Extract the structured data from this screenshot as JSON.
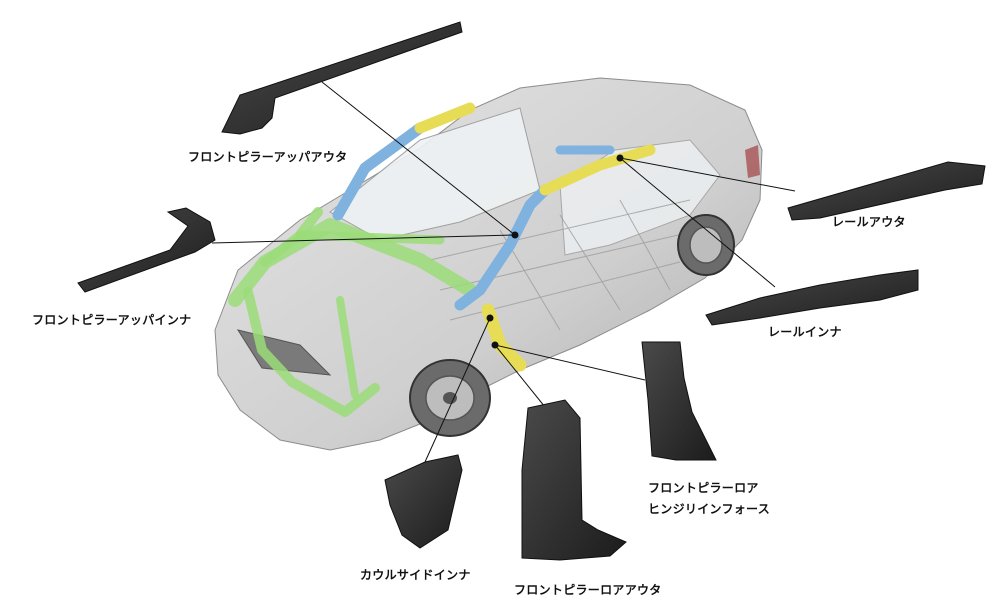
{
  "colors": {
    "pillar_blue": "#7fb2de",
    "rail_yellow": "#e7dc55",
    "frame_green": "#9bdc78",
    "part_dark": "#2b2b2b",
    "body_grey": "#c9c9c9",
    "leader_line": "#111111"
  },
  "labels": {
    "front_pillar_upper_outer": "フロントピラーアッパアウタ",
    "front_pillar_upper_inner": "フロントピラーアッパインナ",
    "rail_outer": "レールアウタ",
    "rail_inner": "レールインナ",
    "front_pillar_lower_hinge_line1": "フロントピラーロア",
    "front_pillar_lower_hinge_line2": "ヒンジリインフォース",
    "cowl_side_inner": "カウルサイドインナ",
    "front_pillar_lower_outer": "フロントピラーロアアウタ"
  }
}
